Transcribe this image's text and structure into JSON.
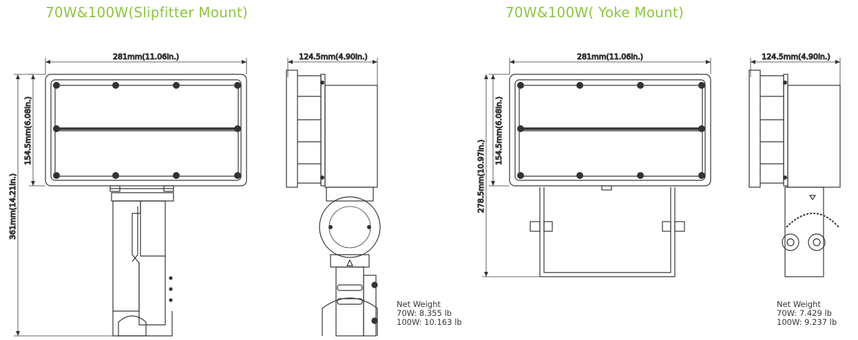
{
  "titles": {
    "slipfitter": "70W&100W(Slipfitter Mount)",
    "yoke": "70W&100W( Yoke Mount)"
  },
  "dimensions": {
    "width_front": "281mm(11.06in.)",
    "depth_side": "124.5mm(4.90in.)",
    "head_height": "154.5mm(6.08in.)",
    "overall_height_slipfitter": "361mm(14.21in.)",
    "overall_height_yoke": "278.5mm(10.97in.)"
  },
  "weights": {
    "slipfitter": {
      "label": "Net Weight",
      "w70": "70W: 8.355 lb",
      "w100": "100W: 10.163 lb"
    },
    "yoke": {
      "label": "Net Weight",
      "w70": "70W: 7.429 lb",
      "w100": "100W: 9.237 lb"
    }
  },
  "colors": {
    "title": "#8cc63f",
    "line": "#333333"
  }
}
